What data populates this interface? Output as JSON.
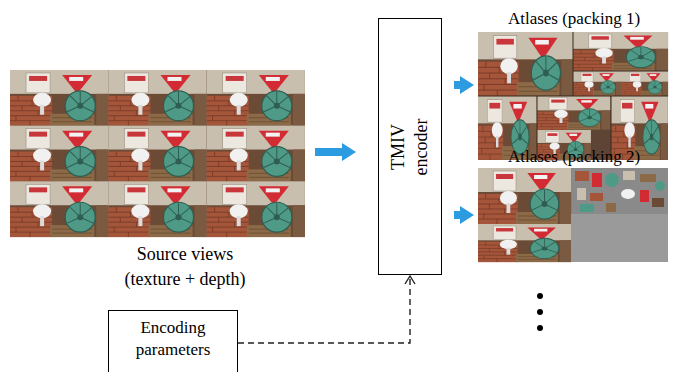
{
  "diagram": {
    "nodes": [
      {
        "text": [
          "Source views (texture + depth)"
        ]
      },
      {
        "text": [
          "TMIV encoder"
        ]
      },
      {
        "text": [
          "Atlases (packing 1)"
        ]
      },
      {
        "text": [
          "Atlases (packing 2)"
        ]
      },
      {
        "text": [
          "Encoding parameters"
        ]
      }
    ],
    "edges": [
      {
        "from": 0,
        "to": 1,
        "arrow": "to"
      },
      {
        "from": 1,
        "to": 2,
        "arrow": "to"
      },
      {
        "from": 1,
        "to": 3,
        "arrow": "to"
      },
      {
        "from": 4,
        "to": 1,
        "arrow": "to"
      }
    ]
  }
}
